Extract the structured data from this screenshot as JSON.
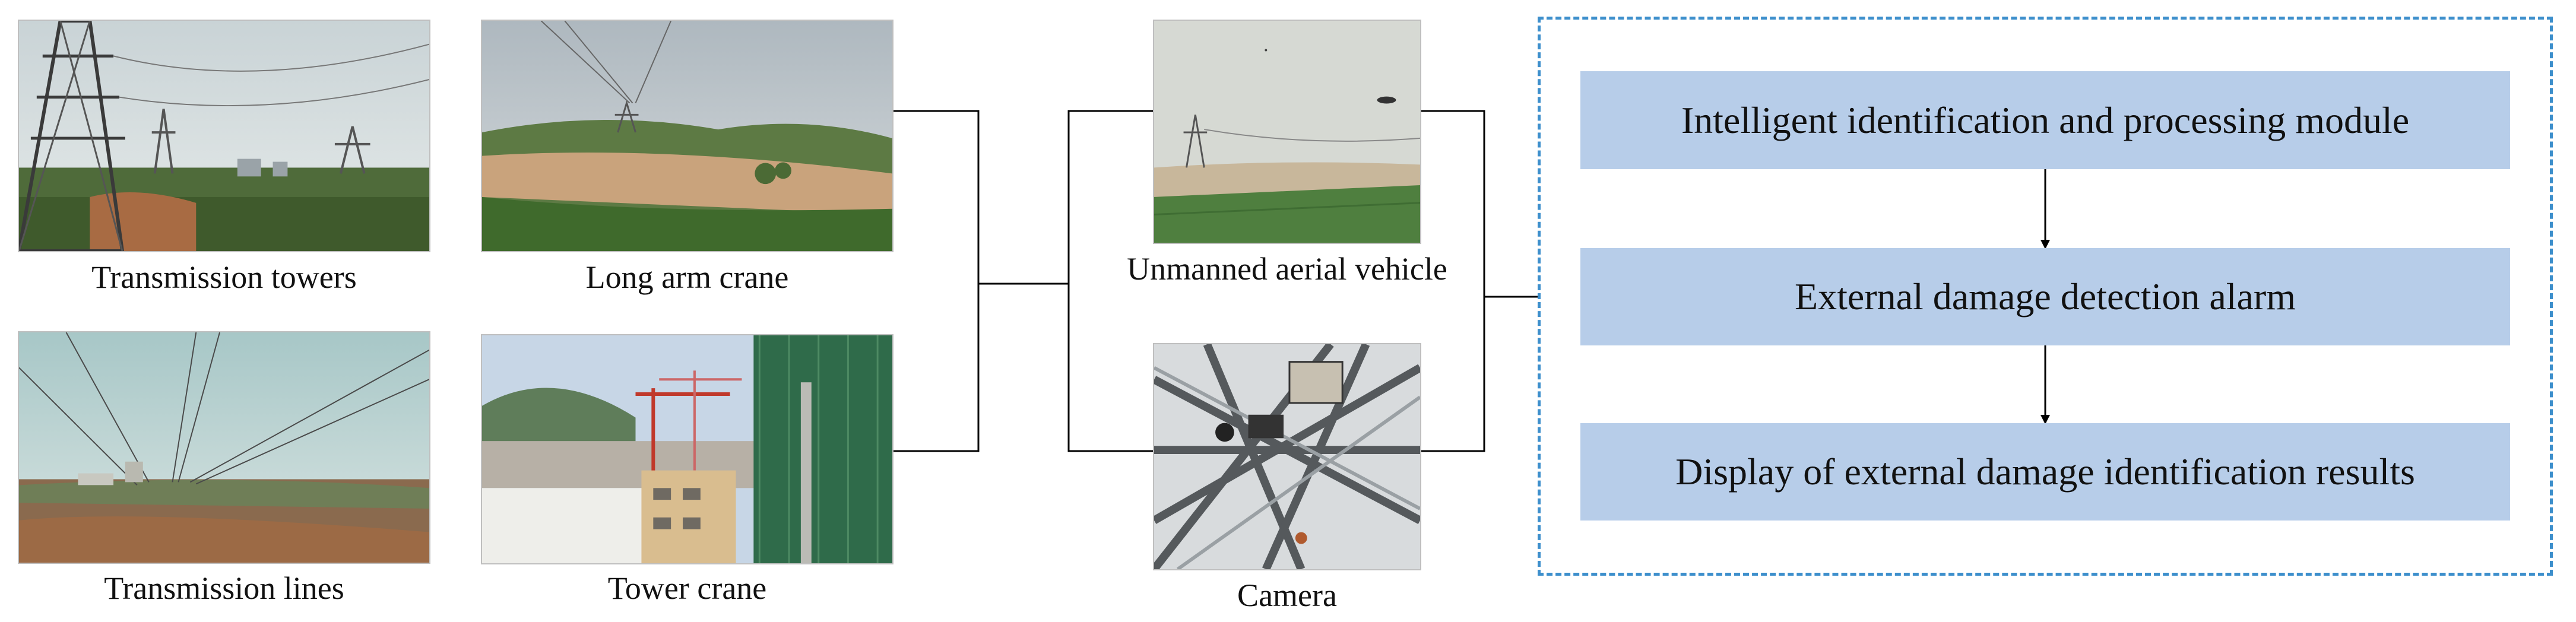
{
  "captions": {
    "transmission_towers": "Transmission towers",
    "long_arm_crane": "Long arm crane",
    "transmission_lines": "Transmission lines",
    "tower_crane": "Tower crane",
    "uav": "Unmanned aerial vehicle",
    "camera": "Camera"
  },
  "pipeline": {
    "step1": "Intelligent identification and processing module",
    "step2": "External damage detection alarm",
    "step3": "Display of external damage identification results"
  },
  "colors": {
    "dashed_border": "#3d8fcc",
    "stage_fill": "#b7cde9",
    "line": "#000000"
  }
}
